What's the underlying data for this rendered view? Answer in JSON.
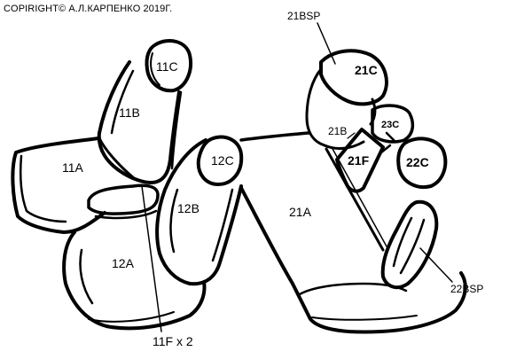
{
  "copyright": "COPIRIGHT© А.Л.КАРПЕНКО 2019Г.",
  "parts": {
    "p11C": "11C",
    "p11B": "11B",
    "p11A": "11A",
    "p12C": "12C",
    "p12B": "12B",
    "p12A": "12A",
    "p11F": "11F x 2",
    "p21BSP": "21BSP",
    "p21C": "21C",
    "p21B": "21B",
    "p23C": "23C",
    "p21F": "21F",
    "p22C": "22C",
    "p21A": "21A",
    "p22BSP": "22BSP"
  }
}
